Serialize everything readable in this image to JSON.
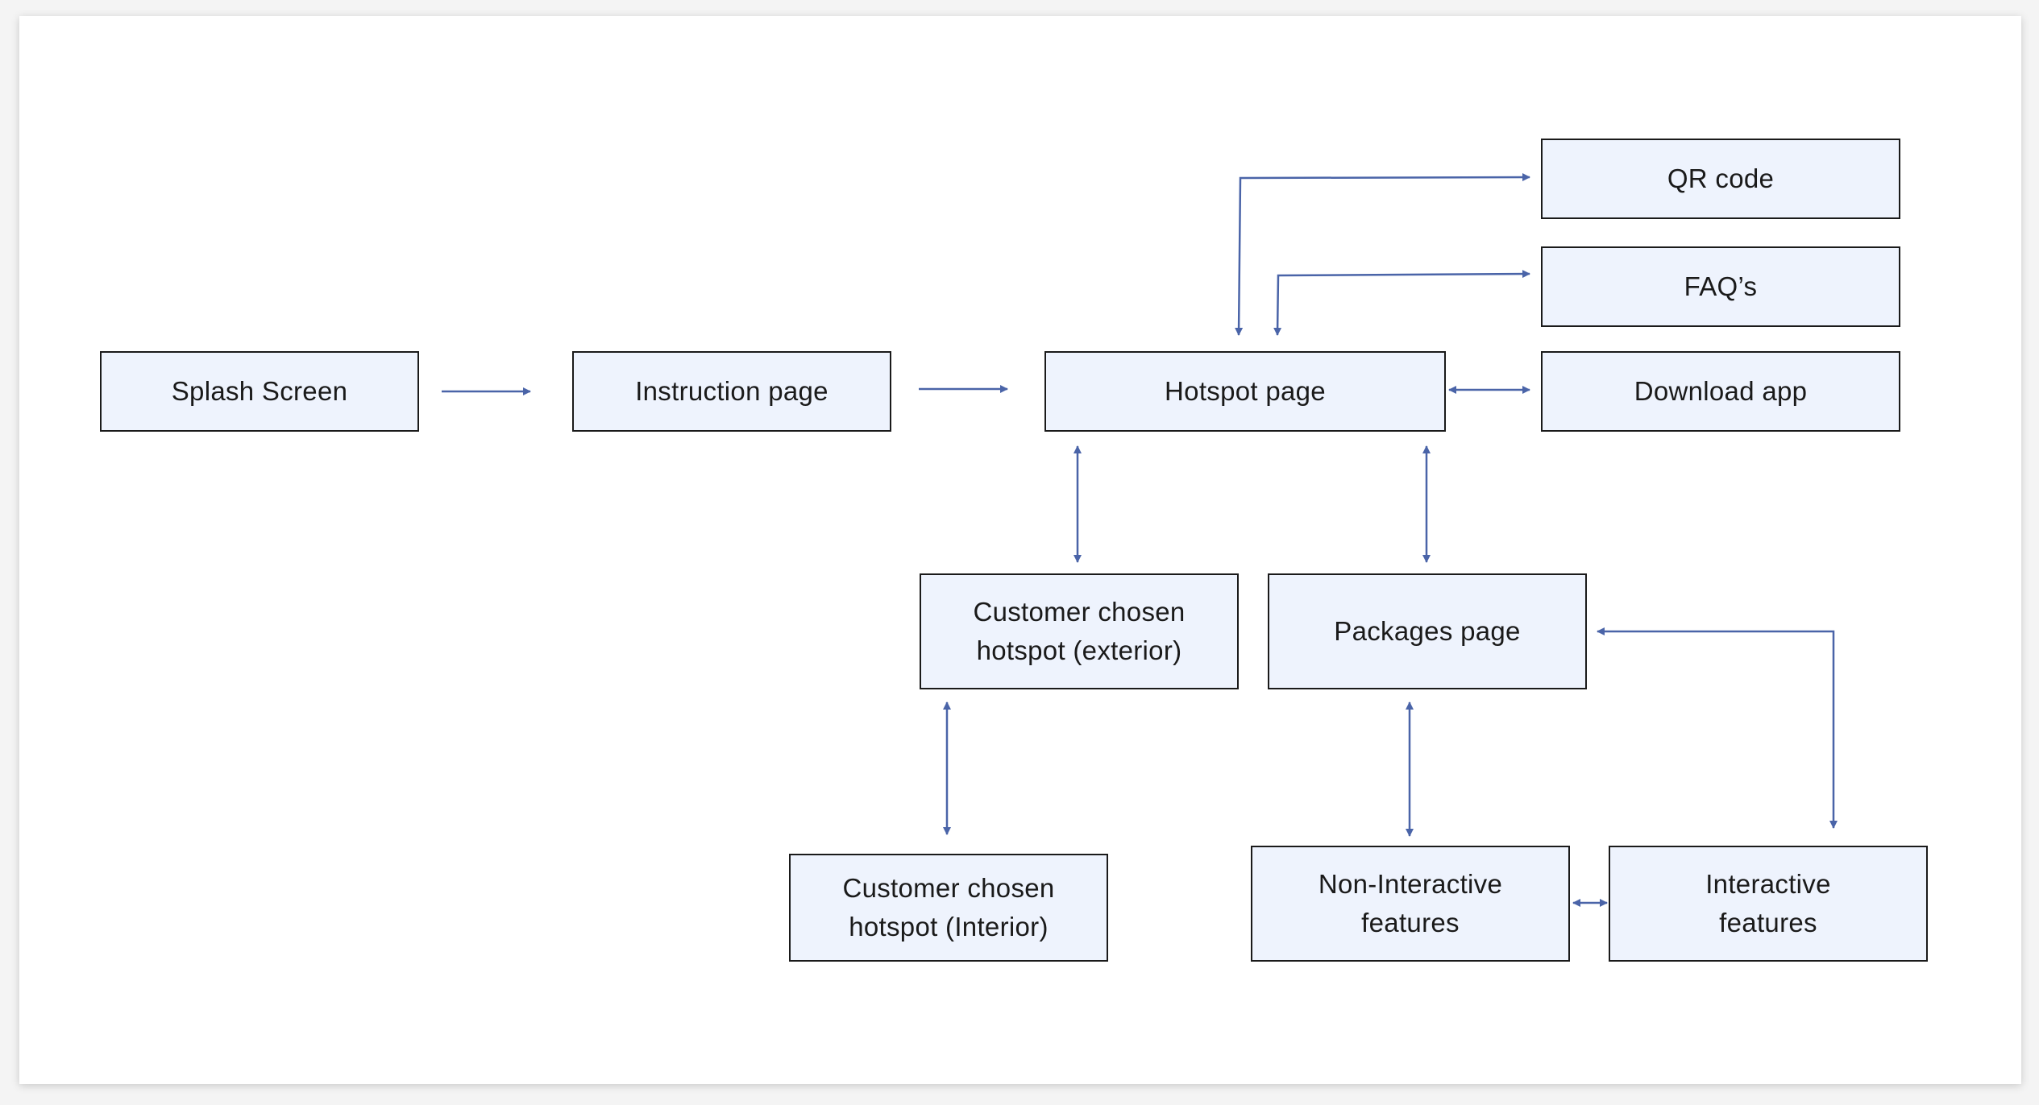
{
  "colors": {
    "node_fill": "#eef3fd",
    "node_border": "#1a1a1a",
    "edge": "#4a64a8",
    "text": "#1a1a1a"
  },
  "nodes": {
    "splash_screen": "Splash Screen",
    "instruction_page": "Instruction page",
    "hotspot_page": "Hotspot page",
    "qr_code": "QR code",
    "faqs": "FAQ’s",
    "download_app": "Download app",
    "customer_hotspot_exterior": "Customer chosen\nhotspot (exterior)",
    "packages_page": "Packages page",
    "customer_hotspot_interior": "Customer chosen\nhotspot (Interior)",
    "non_interactive_features": "Non-Interactive\nfeatures",
    "interactive_features": "Interactive\nfeatures"
  },
  "edges": [
    {
      "from": "splash_screen",
      "to": "instruction_page",
      "direction": "forward"
    },
    {
      "from": "instruction_page",
      "to": "hotspot_page",
      "direction": "forward"
    },
    {
      "from": "hotspot_page",
      "to": "qr_code",
      "direction": "both"
    },
    {
      "from": "hotspot_page",
      "to": "faqs",
      "direction": "both"
    },
    {
      "from": "hotspot_page",
      "to": "download_app",
      "direction": "both"
    },
    {
      "from": "hotspot_page",
      "to": "customer_hotspot_exterior",
      "direction": "both"
    },
    {
      "from": "hotspot_page",
      "to": "packages_page",
      "direction": "both"
    },
    {
      "from": "customer_hotspot_exterior",
      "to": "customer_hotspot_interior",
      "direction": "both"
    },
    {
      "from": "packages_page",
      "to": "non_interactive_features",
      "direction": "both"
    },
    {
      "from": "packages_page",
      "to": "interactive_features",
      "direction": "both"
    },
    {
      "from": "non_interactive_features",
      "to": "interactive_features",
      "direction": "both"
    }
  ]
}
